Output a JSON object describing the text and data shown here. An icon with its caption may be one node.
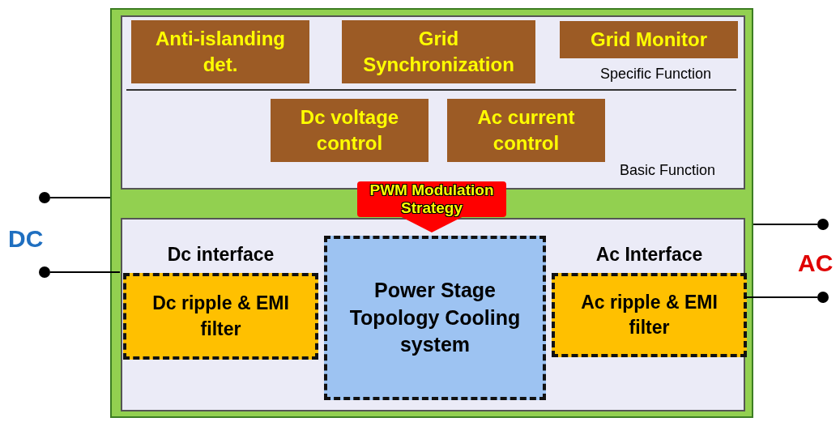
{
  "diagram": {
    "nodes": [
      {
        "text": [],
        "shape": "box"
      },
      {
        "text": [],
        "shape": "box",
        "in": 0
      },
      {
        "text": [
          "Anti-islanding det."
        ],
        "in": 1
      },
      {
        "text": [
          "Grid Synchronization"
        ],
        "in": 1
      },
      {
        "text": [
          "Grid Monitor"
        ],
        "in": 1
      },
      {
        "text": [
          "Dc voltage control"
        ],
        "in": 1
      },
      {
        "text": [
          "Ac current control"
        ],
        "in": 1
      },
      {
        "text": [],
        "shape": "box",
        "in": 0
      },
      {
        "text": [
          "Dc interface",
          "Dc ripple & EMI filter"
        ],
        "in": 7
      },
      {
        "text": [
          "Power Stage Topology Cooling system"
        ],
        "in": 7
      },
      {
        "text": [
          "Ac Interface",
          "Ac ripple & EMI filter"
        ],
        "in": 7
      },
      {
        "text": [],
        "shape": "circle"
      },
      {
        "text": [],
        "shape": "circle"
      },
      {
        "text": [],
        "shape": "circle"
      },
      {
        "text": [],
        "shape": "circle"
      }
    ],
    "edges": [
      {
        "from": 1,
        "to": 9,
        "arrow": "to",
        "label": "PWM Modulation Strategy",
        "style": "thick",
        "color": "#ff0000"
      },
      {
        "from": 11,
        "to": 0,
        "arrow": "none"
      },
      {
        "from": 12,
        "to": 8,
        "arrow": "none"
      },
      {
        "from": 13,
        "to": 0,
        "arrow": "none"
      },
      {
        "from": 14,
        "to": 10,
        "arrow": "none"
      }
    ],
    "labels": [
      "Specific Function",
      "Basic Function",
      "DC",
      "AC"
    ]
  }
}
